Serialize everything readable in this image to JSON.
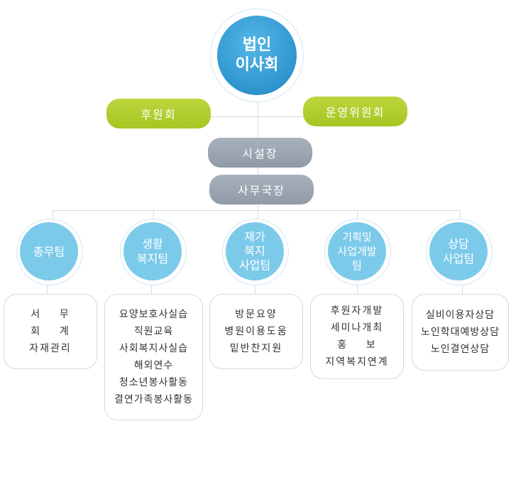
{
  "top": {
    "line1": "법인",
    "line2": "이사회"
  },
  "support": {
    "left": "후원회",
    "right": "운영위원회"
  },
  "facility": "시설장",
  "director": "사무국장",
  "teams": [
    {
      "line1": "총무팀",
      "items": [
        "서    무",
        "회    계",
        "자재관리"
      ]
    },
    {
      "line1": "생활",
      "line2": "복지팀",
      "items": [
        "요양보호사실습",
        "직원교육",
        "사회복지사실습",
        "해외연수",
        "청소년봉사활동",
        "결연가족봉사활동"
      ]
    },
    {
      "line1": "재가",
      "line2": "복지",
      "line3": "사업팀",
      "items": [
        "방문요양",
        "병원이용도움",
        "밑반찬지원"
      ]
    },
    {
      "line1": "기획및",
      "line2": "사업개발",
      "line3": "팀",
      "items": [
        "후원자개발",
        "세미나개최",
        "홍    보",
        "지역복지연계"
      ]
    },
    {
      "line1": "상담",
      "line2": "사업팀",
      "items": [
        "실비이용자상담",
        "노인학대예방상담",
        "노인결연상담"
      ]
    }
  ]
}
